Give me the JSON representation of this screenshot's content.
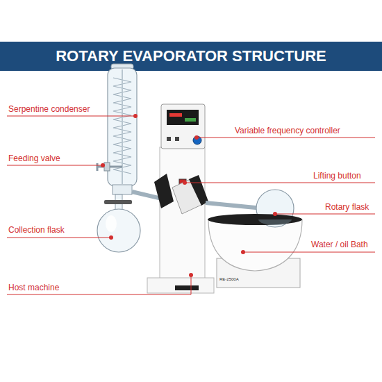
{
  "diagram": {
    "title": "ROTARY EVAPORATOR STRUCTURE",
    "labels": [
      "Serpentine condenser",
      "Variable frequency controller",
      "Feeding valve",
      "Lifting button",
      "Rotary flask",
      "Collection flask",
      "Water / oil Bath",
      "Host machine",
      "RE-2500A"
    ]
  }
}
